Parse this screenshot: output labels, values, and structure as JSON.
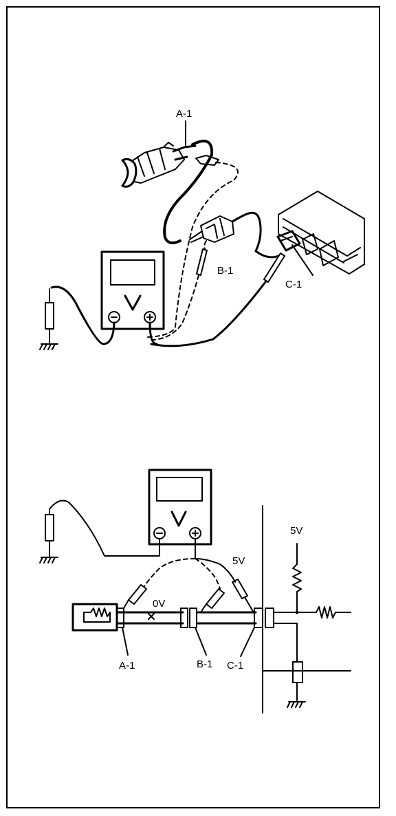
{
  "upper_diagram": {
    "labels": {
      "connector_a": "A-1",
      "connector_b": "B-1",
      "connector_c": "C-1"
    }
  },
  "lower_diagram": {
    "labels": {
      "connector_a": "A-1",
      "connector_b": "B-1",
      "connector_c": "C-1",
      "voltage_zero": "0V",
      "voltage_probe": "5V",
      "voltage_supply": "5V"
    }
  },
  "meter": {
    "symbol": "V",
    "negative_terminal": "−",
    "positive_terminal": "+"
  }
}
